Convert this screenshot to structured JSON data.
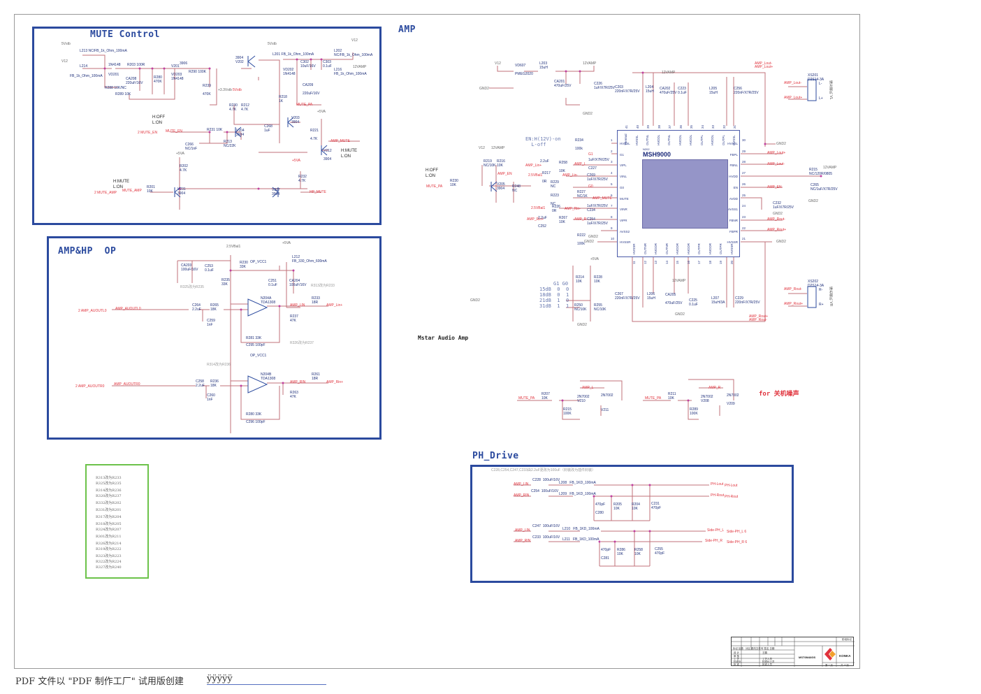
{
  "sections": {
    "mute": {
      "title": "MUTE Control"
    },
    "amp": {
      "title": "AMP"
    },
    "amphp": {
      "title": "AMP&HP  OP"
    },
    "phdrive": {
      "title": "PH_Drive"
    },
    "mstar_label": "Mstar Audio Amp",
    "noise_note": "for 关机噪声"
  },
  "mute_control": {
    "rails": [
      "5Vstb",
      "V12",
      "5Vstb",
      "V12",
      "12VAMP",
      "+3.3Vstb",
      "5Vstb",
      "+5VA",
      "+5VA"
    ],
    "components": [
      {
        "ref": "L213",
        "value": "NC/FB_1k_Ohm_100mA"
      },
      {
        "ref": "L214",
        "value": "FB_1k_Ohm_100mA"
      },
      {
        "ref": "VD201",
        "value": "1N4148"
      },
      {
        "ref": "R203",
        "value": "100R"
      },
      {
        "ref": "R288",
        "value": "10K/NC"
      },
      {
        "ref": "R289",
        "value": "10K"
      },
      {
        "ref": "CA208",
        "value": "220uF/16V"
      },
      {
        "ref": "R280",
        "value": "470K"
      },
      {
        "ref": "V201",
        "value": "3906"
      },
      {
        "ref": "VD203",
        "value": "1N4148"
      },
      {
        "ref": "R290",
        "value": "100K"
      },
      {
        "ref": "R239",
        "value": "470K"
      },
      {
        "ref": "V202",
        "value": "3904"
      },
      {
        "ref": "L201",
        "value": "FB_1k_Ohm_100mA"
      },
      {
        "ref": "L202",
        "value": "NC/FB_1k_Ohm_100mA"
      },
      {
        "ref": "VD202",
        "value": "1N4148"
      },
      {
        "ref": "C302",
        "value": "10uF/16V"
      },
      {
        "ref": "C303",
        "value": "0.1uF"
      },
      {
        "ref": "L216",
        "value": "FB_1k_Ohm_100mA"
      },
      {
        "ref": "CA209",
        "value": "220uF/16V"
      },
      {
        "ref": "R218",
        "value": "1K"
      },
      {
        "ref": "R230",
        "value": "4.7K"
      },
      {
        "ref": "R212",
        "value": "4.7K"
      },
      {
        "ref": "V203",
        "value": "3904"
      },
      {
        "ref": "C268",
        "value": "1uF"
      },
      {
        "ref": "R231",
        "value": "10K"
      },
      {
        "ref": "V204",
        "value": "3904"
      },
      {
        "ref": "C266",
        "value": "NC/1nF"
      },
      {
        "ref": "R213",
        "value": "NC/22K"
      },
      {
        "ref": "R221",
        "value": "4.7K"
      },
      {
        "ref": "V212",
        "value": "3904"
      },
      {
        "ref": "R202",
        "value": "4.7K"
      },
      {
        "ref": "R201",
        "value": "10K"
      },
      {
        "ref": "V231",
        "value": "3904"
      },
      {
        "ref": "R232",
        "value": "4.7K"
      },
      {
        "ref": "V207",
        "value": "3904"
      }
    ],
    "nets": [
      "MUTE_PA",
      "MUTE_EN",
      "AMP_MUTE",
      "MUTE_AMP",
      "HP_MUTE"
    ],
    "ports": [
      "2  MUTE_EN",
      "2  MUTE_AMP"
    ],
    "notes": [
      "H:OFF\nL:ON",
      "H:MUTE\nL:ON",
      "H:MUTE\nL:ON"
    ]
  },
  "amp": {
    "chip": {
      "ref": "N202",
      "name": "MSH9000"
    },
    "left_pins": [
      {
        "num": "1",
        "name": "HVSSL"
      },
      {
        "num": "2",
        "name": "G1"
      },
      {
        "num": "3",
        "name": "VIPL"
      },
      {
        "num": "4",
        "name": "VINL"
      },
      {
        "num": "5",
        "name": "G0"
      },
      {
        "num": "6",
        "name": "MUTE"
      },
      {
        "num": "7",
        "name": "VINR"
      },
      {
        "num": "8",
        "name": "VIPR"
      },
      {
        "num": "9",
        "name": "AVSS2"
      },
      {
        "num": "10",
        "name": "HVSSR"
      }
    ],
    "right_pins": [
      {
        "num": "30",
        "name": "HVSSL"
      },
      {
        "num": "29",
        "name": "FBPL"
      },
      {
        "num": "28",
        "name": "FBNL"
      },
      {
        "num": "27",
        "name": "HVDD"
      },
      {
        "num": "26",
        "name": "EN"
      },
      {
        "num": "25",
        "name": "AVDD"
      },
      {
        "num": "24",
        "name": "AVSS1"
      },
      {
        "num": "23",
        "name": "FBNR"
      },
      {
        "num": "22",
        "name": "FBPR"
      },
      {
        "num": "21",
        "name": "HVSSR"
      }
    ],
    "top_pins": [
      {
        "num": "41",
        "name": "Thermal"
      },
      {
        "num": "40",
        "name": "HVSSL"
      },
      {
        "num": "39",
        "name": "OUTNL"
      },
      {
        "num": "38",
        "name": "HVDDL"
      },
      {
        "num": "37",
        "name": "OUTNL"
      },
      {
        "num": "36",
        "name": "HVDDL"
      },
      {
        "num": "35",
        "name": "HVDDL"
      },
      {
        "num": "34",
        "name": "OUTPL"
      },
      {
        "num": "33",
        "name": "HVDDL"
      },
      {
        "num": "32",
        "name": "OUTPL"
      },
      {
        "num": "31",
        "name": "HVSSL"
      }
    ],
    "bottom_pins": [
      {
        "num": "11",
        "name": "HVSSR"
      },
      {
        "num": "12",
        "name": "OUTNR"
      },
      {
        "num": "13",
        "name": "HVDDR"
      },
      {
        "num": "14",
        "name": "OUTNR"
      },
      {
        "num": "15",
        "name": "HVDDR"
      },
      {
        "num": "16",
        "name": "HVDDR"
      },
      {
        "num": "17",
        "name": "OUTPR"
      },
      {
        "num": "18",
        "name": "HVDDR"
      },
      {
        "num": "19",
        "name": "OUTPR"
      },
      {
        "num": "20",
        "name": "HVSSR"
      }
    ],
    "components": [
      {
        "ref": "VD607",
        "value": "PMEG2020"
      },
      {
        "ref": "L203",
        "value": "15uH"
      },
      {
        "ref": "CA201",
        "value": "470uF/25V"
      },
      {
        "ref": "C226",
        "value": "1uF/X7R/25V"
      },
      {
        "ref": "C203",
        "value": "220nF/X7R/25V"
      },
      {
        "ref": "L204",
        "value": "15uH"
      },
      {
        "ref": "CA202",
        "value": "470uF/25V"
      },
      {
        "ref": "C223",
        "value": "0.1uF"
      },
      {
        "ref": "L205",
        "value": "15uH"
      },
      {
        "ref": "C256",
        "value": "220nF/X7R/25V"
      },
      {
        "ref": "R234",
        "value": "100k"
      },
      {
        "ref": "R219",
        "value": "NC/10K"
      },
      {
        "ref": "R216",
        "value": "10K"
      },
      {
        "ref": "R230",
        "value": "10K"
      },
      {
        "ref": "V205",
        "value": "3904"
      },
      {
        "ref": "R248",
        "value": "NC"
      },
      {
        "ref": "C202",
        "value": "2.2uF"
      },
      {
        "ref": "R258",
        "value": "10K"
      },
      {
        "ref": "C227",
        "value": "1uF/X7R/25V"
      },
      {
        "ref": "R217",
        "value": "0R"
      },
      {
        "ref": "C269",
        "value": "1uF/X7R/25V"
      },
      {
        "ref": "R229",
        "value": "NC"
      },
      {
        "ref": "R223",
        "value": "NC"
      },
      {
        "ref": "R227",
        "value": "NC/1K"
      },
      {
        "ref": "R226",
        "value": "0R"
      },
      {
        "ref": "C234",
        "value": "1uF/X7R/25V"
      },
      {
        "ref": "C252",
        "value": "2.2uF"
      },
      {
        "ref": "R267",
        "value": "10K"
      },
      {
        "ref": "C254",
        "value": "1uF/X7R/25V"
      },
      {
        "ref": "R222",
        "value": "100k"
      },
      {
        "ref": "R214",
        "value": "10K"
      },
      {
        "ref": "R228",
        "value": "10K"
      },
      {
        "ref": "R250",
        "value": "NC/10K"
      },
      {
        "ref": "R255",
        "value": "NC/10K"
      },
      {
        "ref": "R215",
        "value": "NC/120R/0805"
      },
      {
        "ref": "C265",
        "value": "NC/1uF/X7R/25V"
      },
      {
        "ref": "C232",
        "value": "1uF/X7R/25V"
      },
      {
        "ref": "C267",
        "value": "220nF/X7R/25V"
      },
      {
        "ref": "L206",
        "value": "15uH"
      },
      {
        "ref": "CA205",
        "value": "470uF/25V"
      },
      {
        "ref": "C225",
        "value": "0.1uF"
      },
      {
        "ref": "L207",
        "value": "15uH/3A"
      },
      {
        "ref": "C229",
        "value": "220nF/X7R/25V"
      },
      {
        "ref": "XS201",
        "value": "D2S14-3A"
      },
      {
        "ref": "XS202",
        "value": "D2S14-3A"
      }
    ],
    "en_note": "EN:H(12V)-on\n  L-off",
    "gain_table": {
      "headers": [
        "",
        "G1",
        "G0"
      ],
      "rows": [
        [
          "15dB",
          "0",
          "0"
        ],
        [
          "18dB",
          "0",
          "1"
        ],
        [
          "21dB",
          "1",
          "0"
        ],
        [
          "31dB",
          "1",
          "1"
        ]
      ]
    },
    "nets": [
      "AMP_Lout-",
      "AMP_Lout+",
      "AMP_Rout+",
      "AMP_Rout-",
      "AMP_EN",
      "AMP_MUTE",
      "AMP_Lin+",
      "AMP_Lin-",
      "AMP_Rin+",
      "AMP_Rin-",
      "GND2",
      "12VAMP",
      "V12",
      "2.5VBal1",
      "MUTE_PA",
      "G1",
      "G0"
    ],
    "hoff_note": "H:OFF\nL:ON",
    "speaker_labels": [
      "L-",
      "L+",
      "R-",
      "R+"
    ],
    "speaker_side": "接左喇叭 VL",
    "speaker_side_r": "接右喇叭 VR"
  },
  "amphp": {
    "components": [
      {
        "ref": "CA203",
        "value": "100uF/16V"
      },
      {
        "ref": "C253",
        "value": "0.1uF"
      },
      {
        "ref": "R230",
        "value": "33K"
      },
      {
        "ref": "R235",
        "value": "33K"
      },
      {
        "ref": "L212",
        "value": "FB_330_Ohm_600mA"
      },
      {
        "ref": "C251",
        "value": "0.1uF"
      },
      {
        "ref": "CA204",
        "value": "100uF/16V"
      },
      {
        "ref": "C264",
        "value": "2.2uF"
      },
      {
        "ref": "R265",
        "value": "18K"
      },
      {
        "ref": "C259",
        "value": "1nF"
      },
      {
        "ref": "N204A",
        "value": "TDA1308"
      },
      {
        "ref": "R233",
        "value": "18R"
      },
      {
        "ref": "R237",
        "value": "47K"
      },
      {
        "ref": "R281",
        "value": "33K"
      },
      {
        "ref": "C295",
        "value": "100pF"
      },
      {
        "ref": "C258",
        "value": "2.2uF"
      },
      {
        "ref": "R236",
        "value": "18K"
      },
      {
        "ref": "C260",
        "value": "1nF"
      },
      {
        "ref": "N204B",
        "value": "TDA1308"
      },
      {
        "ref": "R261",
        "value": "18R"
      },
      {
        "ref": "R263",
        "value": "47K"
      },
      {
        "ref": "R280",
        "value": "33K"
      },
      {
        "ref": "C296",
        "value": "100pF"
      }
    ],
    "ports": [
      "2  AMP_AUOUTL0",
      "2  AMP_AUOUTR0"
    ],
    "nets": [
      "AMP_AUOUTL0",
      "AMP_AUOUTR0",
      "AMP_LIN",
      "AMP_Lin+",
      "AMP_RIN",
      "AMP_Rin+",
      "OP_VCC1",
      "2.5VBal1",
      "+5VA"
    ],
    "notes": [
      "R325改为R235",
      "R313改为R233",
      "R326改为R237",
      "R314改为R236"
    ]
  },
  "noise": {
    "components": [
      {
        "ref": "R207",
        "value": "10K"
      },
      {
        "ref": "R215",
        "value": "100K"
      },
      {
        "ref": "V210",
        "value": "2N7002"
      },
      {
        "ref": "V211",
        "value": "2N7002"
      },
      {
        "ref": "R211",
        "value": "10K"
      },
      {
        "ref": "R289",
        "value": "100K"
      },
      {
        "ref": "V208",
        "value": "2N7002"
      },
      {
        "ref": "V209",
        "value": "2N7002"
      }
    ],
    "nets": [
      "MUTE_PA",
      "AMP_L",
      "MUTE_PA",
      "AMP_R"
    ]
  },
  "ph_drive": {
    "note": "C228,C254,C247,C233由2.2uF更改为100uF（封装改为插件封装）",
    "components": [
      {
        "ref": "C228",
        "value": "100uF/16V"
      },
      {
        "ref": "L208",
        "value": "FB_1KD_100mA"
      },
      {
        "ref": "C254",
        "value": "100uF/16V"
      },
      {
        "ref": "L209",
        "value": "FB_1KD_100mA"
      },
      {
        "ref": "C280",
        "value": "470pF"
      },
      {
        "ref": "R205",
        "value": "10K"
      },
      {
        "ref": "R204",
        "value": "10K"
      },
      {
        "ref": "C231",
        "value": "470pF"
      },
      {
        "ref": "C247",
        "value": "100uF/16V"
      },
      {
        "ref": "L210",
        "value": "FB_1KD_100mA"
      },
      {
        "ref": "C233",
        "value": "100uF/16V"
      },
      {
        "ref": "L211",
        "value": "FB_1KD_100mA"
      },
      {
        "ref": "C281",
        "value": "470pF"
      },
      {
        "ref": "R286",
        "value": "10K"
      },
      {
        "ref": "R258",
        "value": "10K"
      },
      {
        "ref": "C255",
        "value": "470pF"
      }
    ],
    "nets_in": [
      "AMP_LIN",
      "AMP_RIN",
      "AMP_LIN",
      "AMP_RIN"
    ],
    "nets_out": [
      "PH-Lout",
      "PH-Rout",
      "Side-PH_L",
      "Side-PH_R"
    ],
    "ports_out": [
      "PH-Lout",
      "PH-Rout",
      "Side-PH_L  6",
      "Side-PH_R  6"
    ]
  },
  "change_notes": [
    "R313改为R233",
    "R325改为R235",
    "R314改为R236",
    "R320改为R237",
    "R332改为R202",
    "R331改为R201",
    "R317改为R204",
    "R318改为R205",
    "R324改为R207",
    "R301改为R211",
    "R326改为R214",
    "R319改为R222",
    "R323改为R223",
    "R322改为R224",
    "R327改为R240"
  ],
  "title_block": {
    "drawing_no": "MST6M48GS",
    "brand": "KONKA",
    "sheet": "第 7 页",
    "total": "共 12页",
    "headers": [
      "标记",
      "处数",
      "分区",
      "更改文件号",
      "签名",
      "日期"
    ],
    "roles": [
      "设 计",
      "审 核",
      "工 艺",
      "标准化",
      "批 准"
    ],
    "names": [
      "王鹏",
      "",
      "工艺人员",
      "标准化人员",
      "批准人员"
    ],
    "stage_label": "阶段标记"
  },
  "footer": {
    "text": "PDF 文件以 \"PDF 制作工厂\" 试用版创建",
    "link": "ÿÿÿÿÿ"
  }
}
